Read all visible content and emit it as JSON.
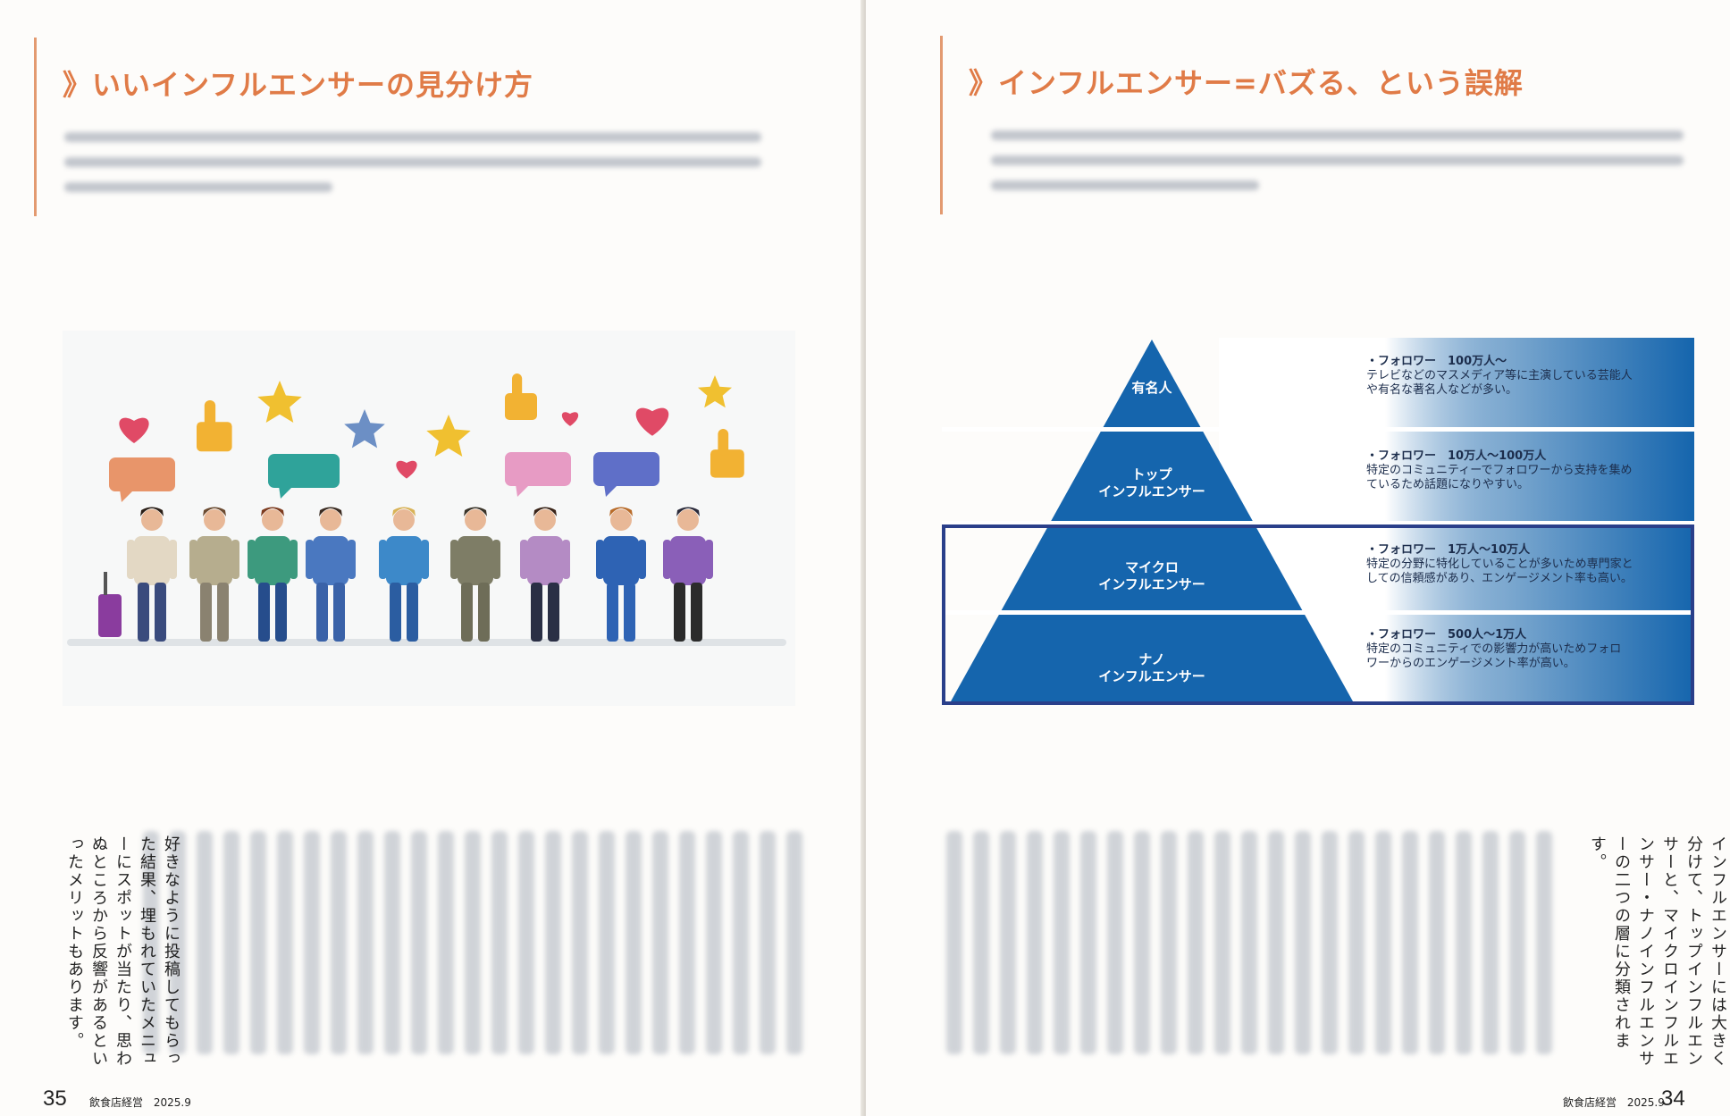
{
  "left_page": {
    "title": "》いいインフルエンサーの見分け方",
    "body_text": "好きなように投稿してもらった結果、埋もれていたメニューにスポットが当たり、思わぬところから反響があるといったメリットもあります。",
    "page_number": "35",
    "publication": "飲食店経営",
    "issue": "2025.9",
    "illustration": {
      "name": "influencers-with-reactions",
      "bubble_colors": [
        "#e8956a",
        "#2fa39a",
        "#e79bc4",
        "#5f6fc8"
      ],
      "heart_color": "#e04a66",
      "star_color": "#f0c030",
      "thumb_color": "#f2b233"
    }
  },
  "right_page": {
    "title": "》インフルエンサー=バズる、という誤解",
    "body_text": "インフルエンサーには大きく分けて、トップインフルエンサーと、マイクロインフルエンサー・ナノインフルエンサーの二つの層に分類されます。",
    "page_number": "34",
    "publication": "飲食店経営",
    "issue": "2025.9",
    "pyramid": {
      "colors": {
        "dark": "#1565ad",
        "light": "#ffffff",
        "frame": "#2a3f8a"
      },
      "tiers": [
        {
          "label": "有名人",
          "heading": "・フォロワー　100万人〜",
          "desc_1": "テレビなどのマスメディア等に主演している芸能人",
          "desc_2": "や有名な著名人などが多い。"
        },
        {
          "label": "トップ\nインフルエンサー",
          "heading": "・フォロワー　10万人〜100万人",
          "desc_1": "特定のコミュニティーでフォロワーから支持を集め",
          "desc_2": "ているため話題になりやすい。"
        },
        {
          "label": "マイクロ\nインフルエンサー",
          "heading": "・フォロワー　1万人〜10万人",
          "desc_1": "特定の分野に特化していることが多いため専門家と",
          "desc_2": "しての信頼感があり、エンゲージメント率も高い。"
        },
        {
          "label": "ナノ\nインフルエンサー",
          "heading": "・フォロワー　500人〜1万人",
          "desc_1": "特定のコミュニティでの影響力が高いためフォロ",
          "desc_2": "ワーからのエンゲージメント率が高い。"
        }
      ]
    }
  }
}
